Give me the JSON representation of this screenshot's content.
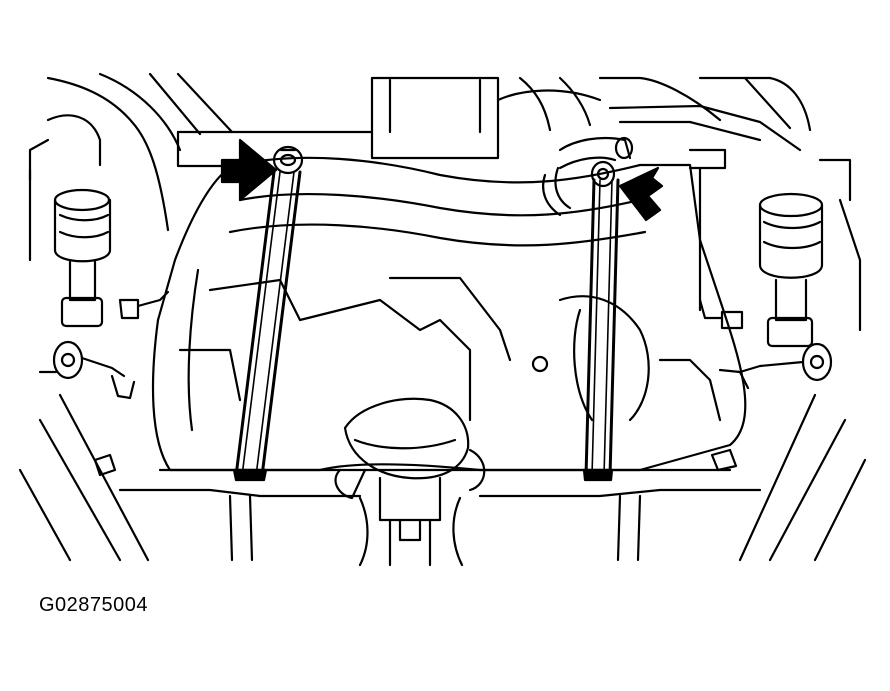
{
  "figure": {
    "code": "G02875004",
    "line_color": "#000000",
    "background_color": "#ffffff",
    "arrow_count": 2,
    "strap_count": 2
  }
}
